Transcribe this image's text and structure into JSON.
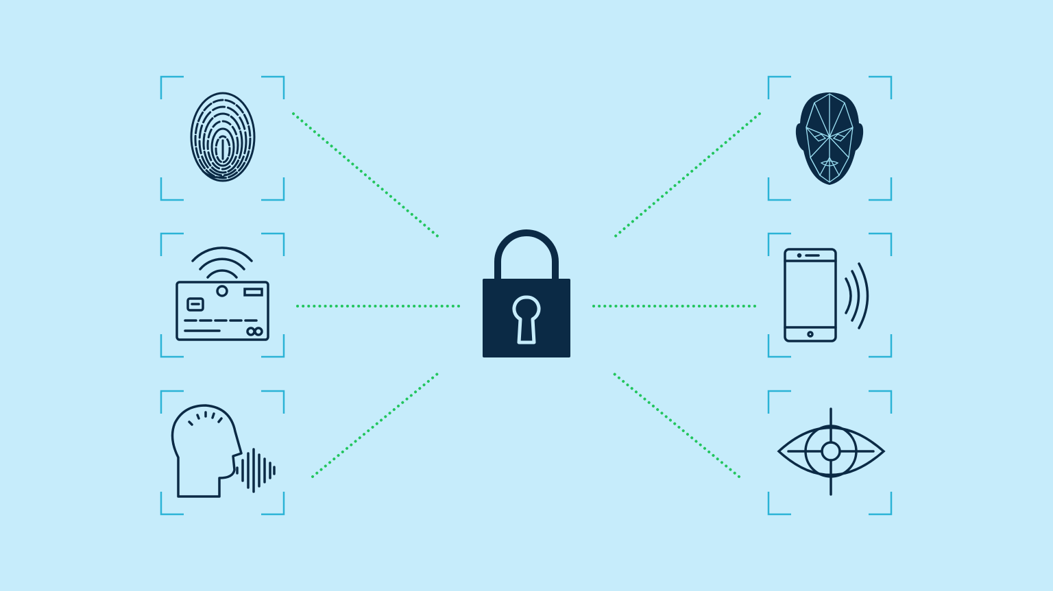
{
  "diagram": {
    "colors": {
      "background": "#c6ecfb",
      "icon_stroke": "#0b2a45",
      "lock_fill": "#0b2a45",
      "frame_corner": "#2bb3d6",
      "connector": "#22c55e",
      "face_lines": "#9fe3f6"
    },
    "center": {
      "icon": "padlock-icon"
    },
    "nodes": [
      {
        "icon": "fingerprint-icon",
        "side": "left",
        "row": "top"
      },
      {
        "icon": "contactless-card-icon",
        "side": "left",
        "row": "middle"
      },
      {
        "icon": "voice-recognition-icon",
        "side": "left",
        "row": "bottom"
      },
      {
        "icon": "face-recognition-icon",
        "side": "right",
        "row": "top"
      },
      {
        "icon": "smartphone-nfc-icon",
        "side": "right",
        "row": "middle"
      },
      {
        "icon": "iris-scan-icon",
        "side": "right",
        "row": "bottom"
      }
    ],
    "connector_style": "dotted"
  }
}
